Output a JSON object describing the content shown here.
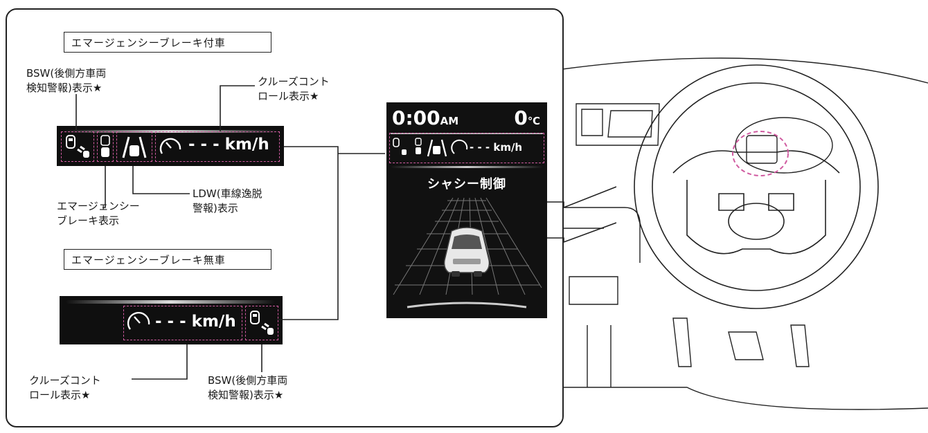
{
  "section_with_brake": {
    "label": "エマージェンシーブレーキ付車"
  },
  "section_without_brake": {
    "label": "エマージェンシーブレーキ無車"
  },
  "callouts": {
    "bsw_top": [
      "BSW(後側方車両",
      "検知警報)表示★"
    ],
    "cruise_top": [
      "クルーズコント",
      "ロール表示★"
    ],
    "emergency_brake": [
      "エマージェンシー",
      "ブレーキ表示"
    ],
    "ldw": [
      "LDW(車線逸脱",
      "警報)表示"
    ],
    "cruise_bottom": [
      "クルーズコント",
      "ロール表示★"
    ],
    "bsw_bottom": [
      "BSW(後側方車両",
      "検知警報)表示★"
    ]
  },
  "speed_readout": "- - - km/h",
  "speed_readout_small": "- - - km/h",
  "display": {
    "time": "0:00",
    "ampm": "AM",
    "temperature": "0",
    "temp_unit": "℃",
    "chassis_label": "シャシー制御"
  },
  "colors": {
    "highlight": "#d05aa0",
    "display_bg": "#111111"
  },
  "icons": [
    "bsw-icon",
    "emergency-brake-icon",
    "ldw-icon",
    "speedometer-icon",
    "car-icon",
    "steering-wheel-icon"
  ]
}
